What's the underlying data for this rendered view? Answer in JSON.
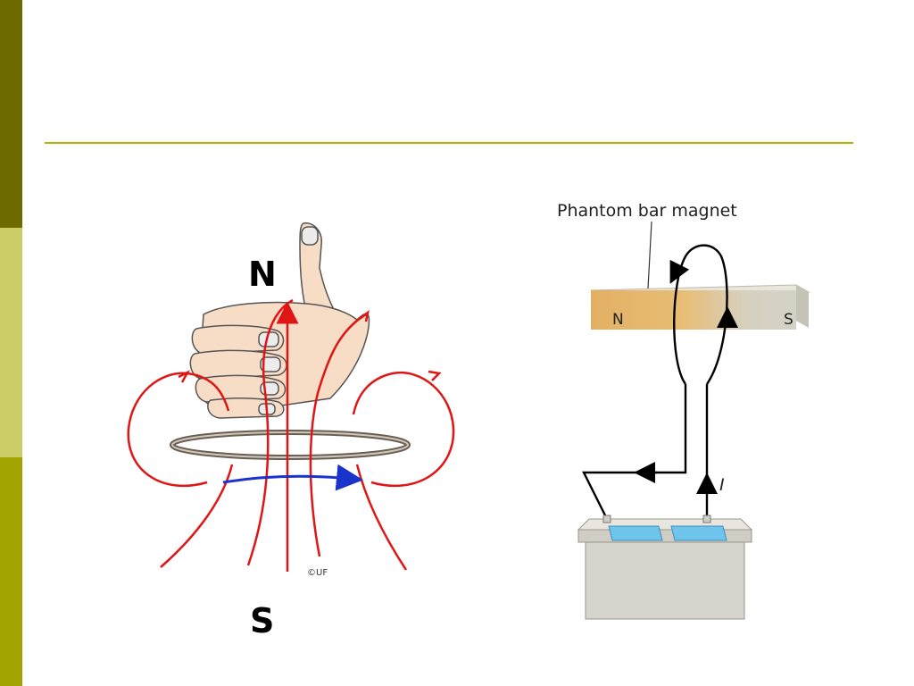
{
  "colors": {
    "sidebar_dark": "#6b6b00",
    "sidebar_light": "#cccc66",
    "sidebar_mid": "#a3a300",
    "divider": "#b3b300",
    "field_lines": "#e01515",
    "current_arrow": "#1a33cc",
    "hand_skin": "#f7dcc6",
    "magnet_n": "#e2b063",
    "magnet_s": "#d4d2c6",
    "battery": "#d6d4cc",
    "terminal": "#6ec4ec"
  },
  "left_figure": {
    "north_label": "N",
    "south_label": "S",
    "credit": "©UF"
  },
  "right_figure": {
    "caption": "Phantom bar magnet",
    "magnet_n": "N",
    "magnet_s": "S",
    "current_label": "I"
  }
}
